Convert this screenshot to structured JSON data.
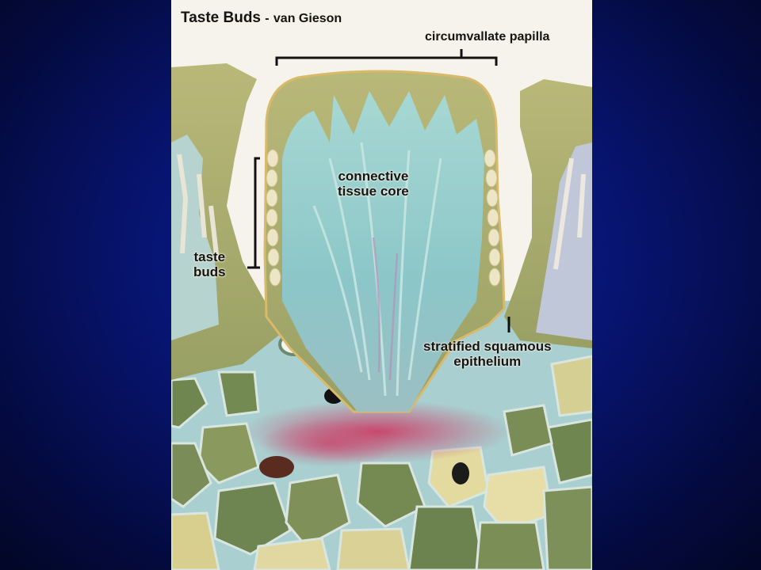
{
  "slide": {
    "background_color": "#071470",
    "title": "Taste Buds",
    "title_separator": "-",
    "stain": "van Gieson"
  },
  "labels": {
    "papilla": "circumvallate papilla",
    "core_line1": "connective",
    "core_line2": "tissue core",
    "buds_line1": "taste",
    "buds_line2": "buds",
    "epith_line1": "stratified squamous",
    "epith_line2": "epithelium"
  },
  "colors": {
    "epithelium": "#a9ad6e",
    "connective_tissue": "#8ecbcd",
    "collagen_pink": "#c25a7a",
    "muscle": "#7c8f5a",
    "background": "#f6f3ec"
  }
}
